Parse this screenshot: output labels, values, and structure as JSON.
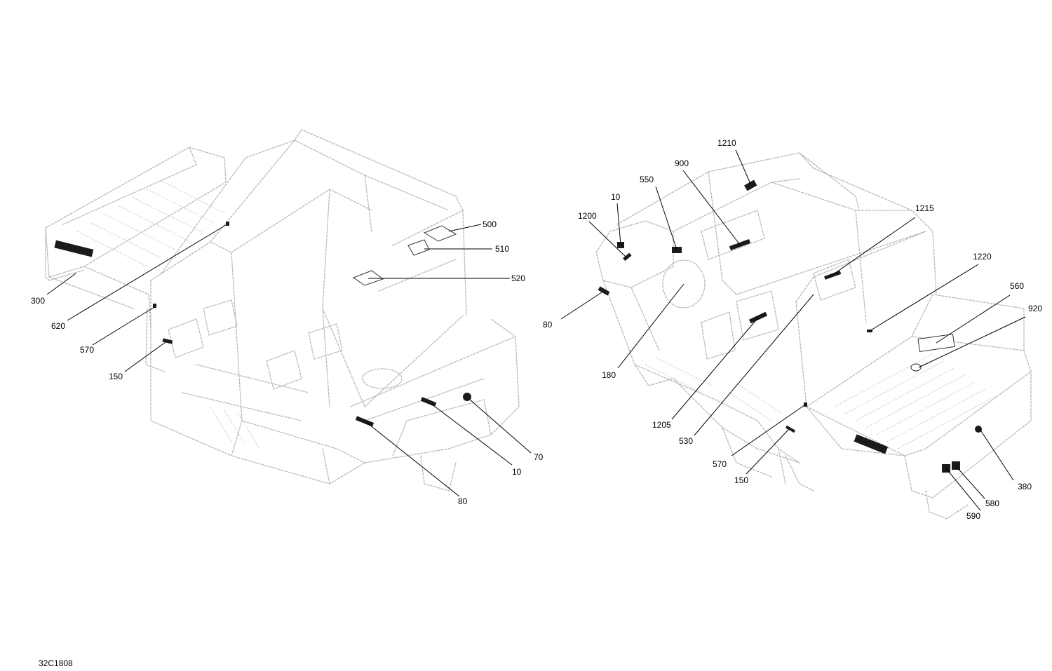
{
  "drawing_number": "32C1808",
  "left_view": {
    "callouts": {
      "c300": "300",
      "c620": "620",
      "c570": "570",
      "c150": "150",
      "c500": "500",
      "c510": "510",
      "c520": "520",
      "c70": "70",
      "c10": "10",
      "c80": "80"
    }
  },
  "right_view": {
    "callouts": {
      "c1210": "1210",
      "c900": "900",
      "c550": "550",
      "c10": "10",
      "c1200": "1200",
      "c1215": "1215",
      "c1220": "1220",
      "c560": "560",
      "c920": "920",
      "c80": "80",
      "c180": "180",
      "c1205": "1205",
      "c530": "530",
      "c570": "570",
      "c150": "150",
      "c380": "380",
      "c580": "580",
      "c590": "590"
    }
  }
}
